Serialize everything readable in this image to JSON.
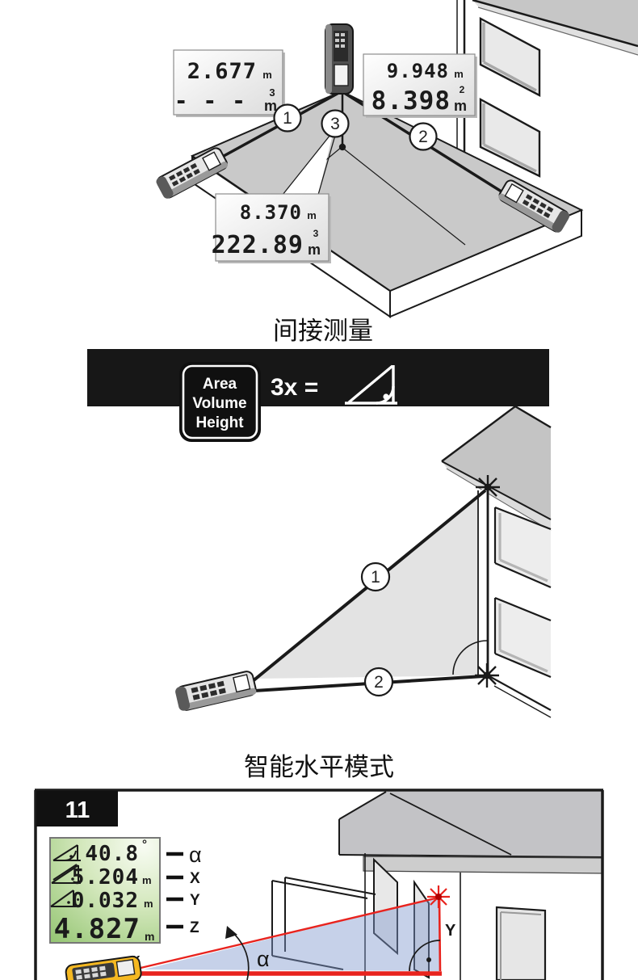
{
  "colors": {
    "line_black": "#1a1a1a",
    "floor_gray": "#c9c9c9",
    "roof_gray": "#c3c3c6",
    "banner_black": "#171717",
    "laser_red": "#e8231e",
    "lcd_green": "#9aca7c",
    "shade_blue": "#8099cf"
  },
  "volume_section": {
    "display_left": {
      "line1_value": "2.677",
      "line1_unit": "m",
      "line2_value": "- - -",
      "line2_unit": "m",
      "line2_sup": "3"
    },
    "display_right": {
      "line1_value": "9.948",
      "line1_unit": "m",
      "line2_value": "8.398",
      "line2_unit": "m",
      "line2_sup": "2"
    },
    "display_bottom": {
      "line1_value": "8.370",
      "line1_unit": "m",
      "line2_value": "222.89",
      "line2_unit": "m",
      "line2_sup": "3"
    },
    "marker_1": "1",
    "marker_2": "2",
    "marker_3": "3"
  },
  "indirect_section": {
    "heading": "间接测量",
    "key_label_line1": "Area",
    "key_label_line2": "Volume",
    "key_label_line3": "Height",
    "formula": "3x =",
    "marker_1": "1",
    "marker_2": "2"
  },
  "smart_horizontal_section": {
    "heading": "智能水平模式",
    "figure_number": "11",
    "lcd_rows": [
      {
        "value": "40.8",
        "unit": "°",
        "label": "α"
      },
      {
        "value": "5.204",
        "unit": "m",
        "label": "X"
      },
      {
        "value": "0.032",
        "unit": "m",
        "label": "Y"
      },
      {
        "value": "4.827",
        "unit": "m",
        "label": "Z"
      }
    ],
    "diagram_labels": {
      "x": "x",
      "y": "Y",
      "alpha": "α"
    }
  }
}
